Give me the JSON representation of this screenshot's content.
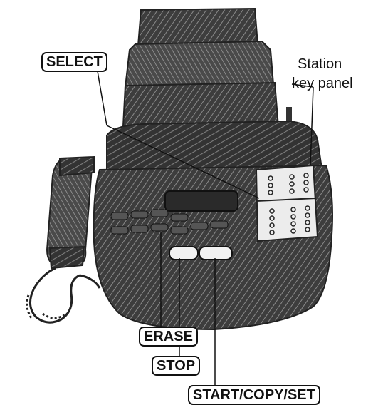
{
  "labels": {
    "select": "SELECT",
    "erase": "ERASE",
    "stop": "STOP",
    "start_copy_set": "START/COPY/SET",
    "station_line1": "Station",
    "station_line2": "key panel"
  },
  "colors": {
    "device_dark": "#3a3a3a",
    "device_mid": "#5e5e5e",
    "hatch": "#9a9a9a",
    "panel_light": "#e8e8e8",
    "line": "#111111"
  }
}
